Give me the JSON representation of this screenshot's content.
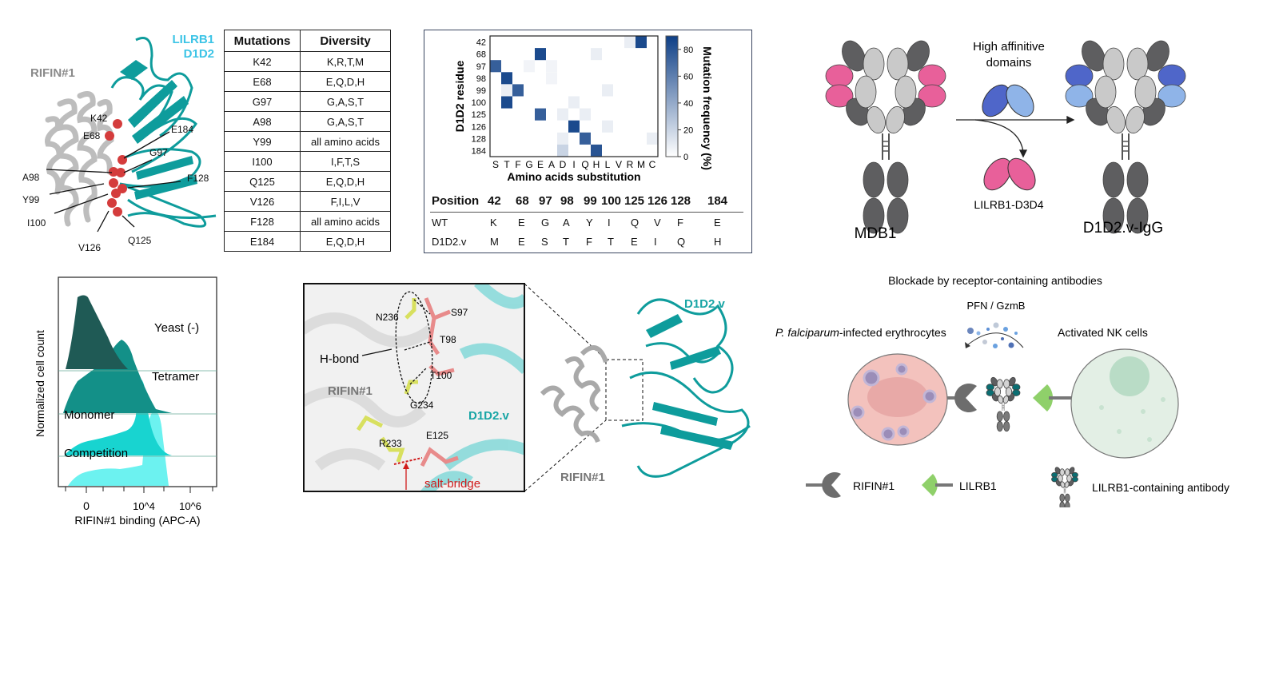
{
  "panel_a": {
    "rifin_label": "RIFIN#1",
    "lilrb1_label_1": "LILRB1",
    "lilrb1_label_2": "D1D2",
    "residues": [
      "K42",
      "E68",
      "E184",
      "G97",
      "F128",
      "A98",
      "Y99",
      "I100",
      "V126",
      "Q125"
    ],
    "colors": {
      "rifin": "#b8b8b8",
      "lilrb1": "#0e9c9c",
      "label": "#3cc4e6",
      "sphere": "#d43c3c"
    }
  },
  "mutation_table": {
    "headers": [
      "Mutations",
      "Diversity"
    ],
    "rows": [
      [
        "K42",
        "K,R,T,M"
      ],
      [
        "E68",
        "E,Q,D,H"
      ],
      [
        "G97",
        "G,A,S,T"
      ],
      [
        "A98",
        "G,A,S,T"
      ],
      [
        "Y99",
        "all amino acids"
      ],
      [
        "I100",
        "I,F,T,S"
      ],
      [
        "Q125",
        "E,Q,D,H"
      ],
      [
        "V126",
        "F,I,L,V"
      ],
      [
        "F128",
        "all amino acids"
      ],
      [
        "E184",
        "E,Q,D,H"
      ]
    ]
  },
  "chart_data": [
    {
      "type": "heatmap",
      "ylabel": "D1D2 residue",
      "xlabel": "Amino acids substitution",
      "colorbar_label": "Mutation frequency (%)",
      "colorbar_ticks": [
        "0",
        "20",
        "40",
        "60",
        "80"
      ],
      "colorbar_range": [
        0,
        90
      ],
      "rows": [
        "42",
        "68",
        "97",
        "98",
        "99",
        "100",
        "125",
        "126",
        "128",
        "184"
      ],
      "columns": [
        "S",
        "T",
        "F",
        "G",
        "E",
        "A",
        "D",
        "I",
        "Q",
        "H",
        "L",
        "V",
        "R",
        "M",
        "C"
      ],
      "cells": [
        [
          "42",
          "R",
          8
        ],
        [
          "42",
          "M",
          85
        ],
        [
          "68",
          "E",
          85
        ],
        [
          "68",
          "H",
          8
        ],
        [
          "97",
          "S",
          75
        ],
        [
          "97",
          "G",
          5
        ],
        [
          "97",
          "A",
          5
        ],
        [
          "98",
          "T",
          85
        ],
        [
          "98",
          "A",
          5
        ],
        [
          "99",
          "T",
          8
        ],
        [
          "99",
          "F",
          75
        ],
        [
          "99",
          "L",
          8
        ],
        [
          "100",
          "T",
          85
        ],
        [
          "100",
          "I",
          8
        ],
        [
          "125",
          "E",
          75
        ],
        [
          "125",
          "D",
          8
        ],
        [
          "125",
          "Q",
          8
        ],
        [
          "126",
          "I",
          85
        ],
        [
          "126",
          "L",
          8
        ],
        [
          "128",
          "D",
          8
        ],
        [
          "128",
          "Q",
          75
        ],
        [
          "128",
          "C",
          8
        ],
        [
          "184",
          "D",
          20
        ],
        [
          "184",
          "H",
          80
        ]
      ],
      "color_high": "#0e3f86"
    },
    {
      "type": "area",
      "title": "",
      "xlabel": "RIFIN#1 binding (APC-A)",
      "ylabel": "Normalized cell count",
      "x_tick_labels": [
        "0",
        "10^4",
        "10^6"
      ],
      "series": [
        {
          "name": "Yeast (-)",
          "color": "#1f5a55"
        },
        {
          "name": "Tetramer",
          "color": "#139088"
        },
        {
          "name": "Monomer",
          "color": "#18d4d0"
        },
        {
          "name": "Competition",
          "color": "#6cf2f0"
        }
      ]
    }
  ],
  "position_table": {
    "header": "Position",
    "positions": [
      "42",
      "68",
      "97",
      "98",
      "99",
      "100",
      "125",
      "126",
      "128",
      "184"
    ],
    "rows": [
      {
        "label": "WT",
        "values": [
          "K",
          "E",
          "G",
          "A",
          "Y",
          "I",
          "Q",
          "V",
          "F",
          "E"
        ]
      },
      {
        "label": "D1D2.v",
        "values": [
          "M",
          "E",
          "S",
          "T",
          "F",
          "T",
          "E",
          "I",
          "Q",
          "H"
        ]
      }
    ]
  },
  "antibody_panel": {
    "left_label": "MDB1",
    "right_label": "D1D2.v-IgG",
    "arrow_label_1": "High affinitive",
    "arrow_label_2": "domains",
    "removed_label": "LILRB1-D3D4",
    "colors": {
      "dark": "#5e5e60",
      "light": "#c9c9c9",
      "pink": "#e8609a",
      "blue_dark": "#4f66c9",
      "blue_light": "#8fb4e8"
    }
  },
  "zoom_panel": {
    "residues": [
      "N236",
      "S97",
      "T98",
      "T100",
      "G234",
      "R233",
      "E125"
    ],
    "hbond_label": "H-bond",
    "salt_bridge_label": "salt-bridge",
    "rifin_label": "RIFIN#1",
    "d1d2v_label": "D1D2.v",
    "right_rifin_label": "RIFIN#1",
    "right_d1d2v_label": "D1D2.v"
  },
  "blockade": {
    "title": "Blockade by receptor-containing antibodies",
    "pfn_label": "PFN / GzmB",
    "erythrocyte_label_italic": "P. falciparum",
    "erythrocyte_label_rest": "-infected erythrocytes",
    "nk_label": "Activated NK cells",
    "legend": [
      "RIFIN#1",
      "LILRB1",
      "LILRB1-containing antibody"
    ]
  }
}
